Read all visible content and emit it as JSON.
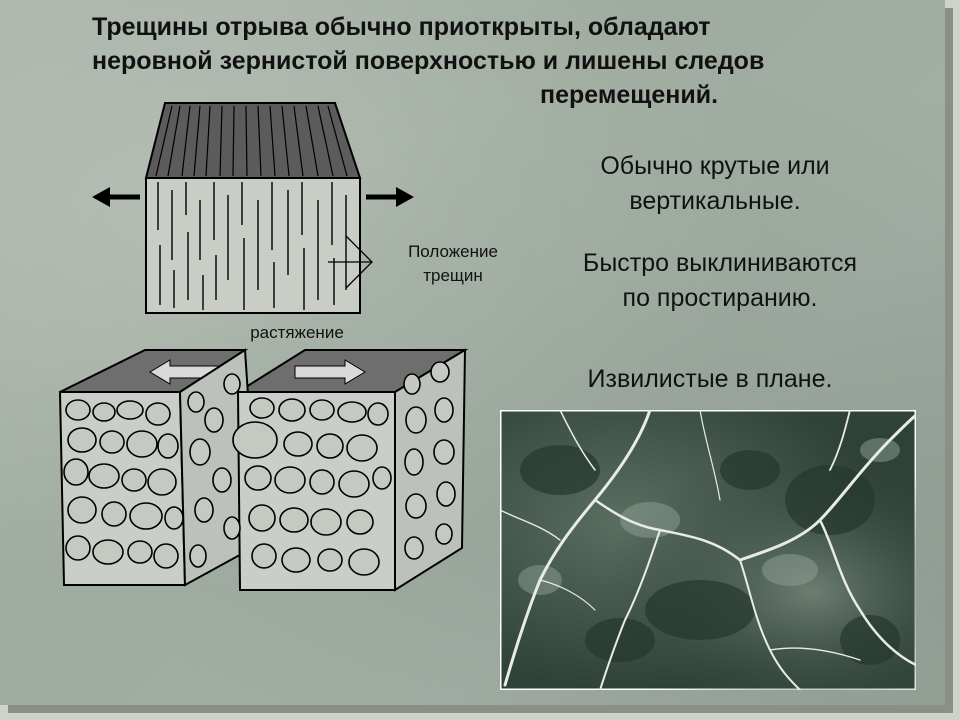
{
  "title": {
    "line1": "Трещины отрыва обычно приоткрыты, обладают",
    "line2": "неровной зернистой поверхностью и лишены следов",
    "line3": "перемещений."
  },
  "bullets": [
    {
      "line1": "Обычно крутые или",
      "line2": "вертикальные."
    },
    {
      "line1": "Быстро выклиниваются",
      "line2": "по простиранию."
    },
    {
      "line1": "Извилистые в плане."
    }
  ],
  "diagram": {
    "label_position_line1": "Положение",
    "label_position_line2": "трещин",
    "label_tension": "растяжение"
  },
  "photo": {
    "subject": "marble-with-white-veins"
  },
  "colors": {
    "background": "#a4afa6",
    "text": "#111111",
    "photo_dark": "#2f4238",
    "photo_vein": "#e9ece6"
  }
}
